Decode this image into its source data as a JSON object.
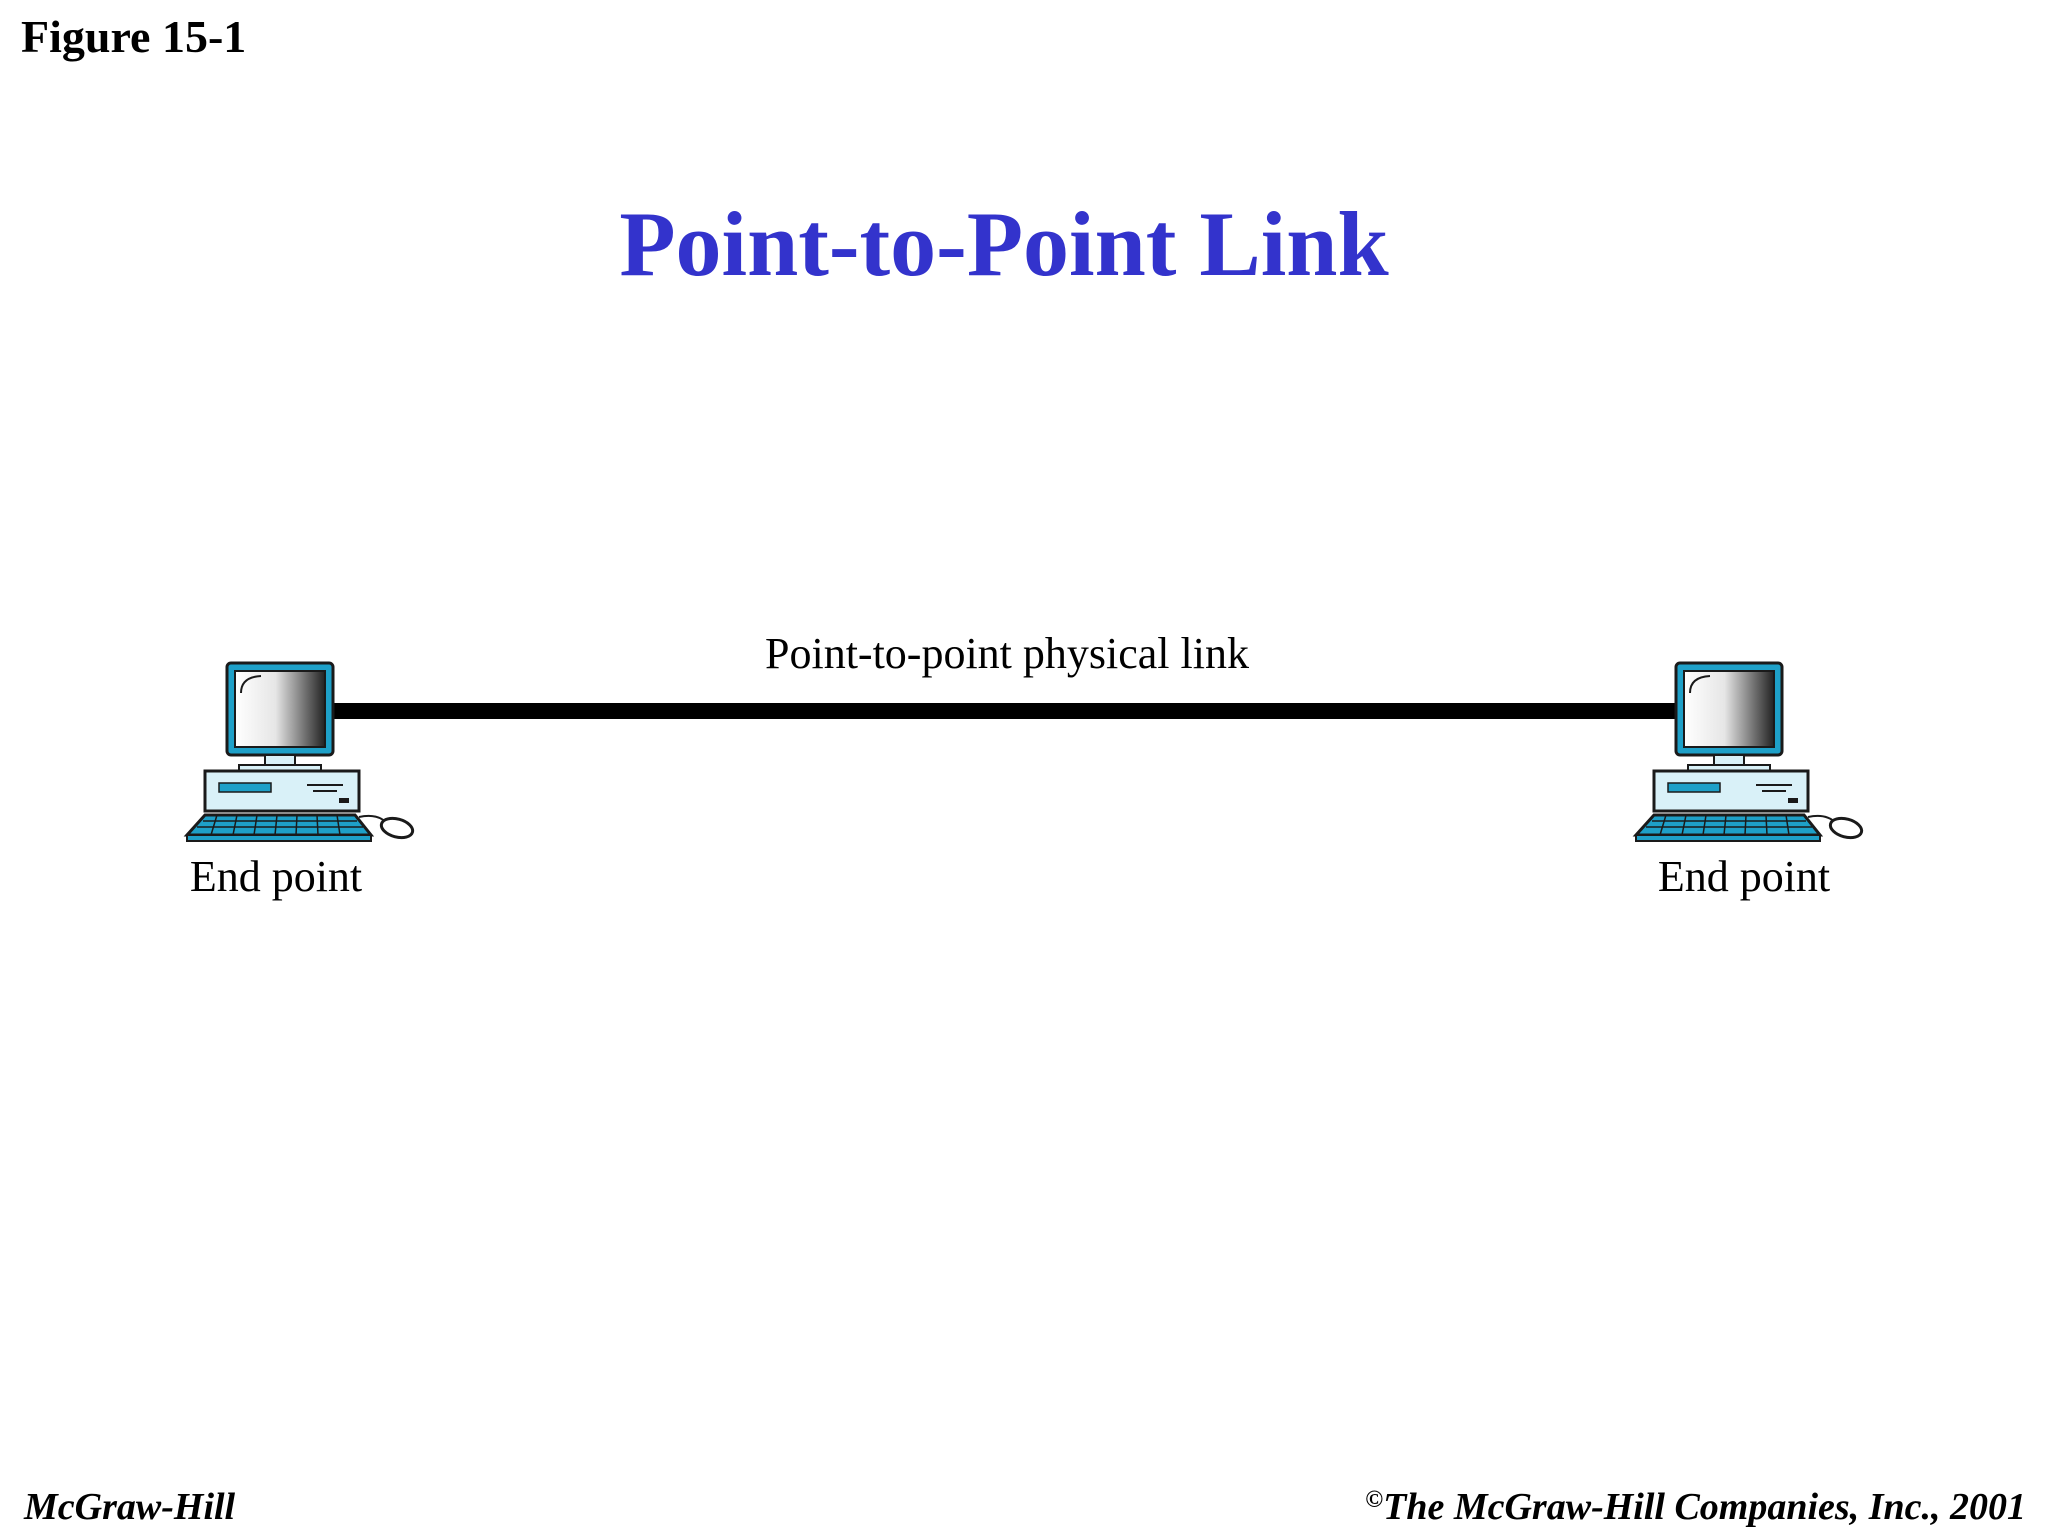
{
  "figure_label": "Figure 15-1",
  "title": "Point-to-Point Link",
  "link_label": "Point-to-point physical link",
  "endpoints": [
    {
      "label": "End point"
    },
    {
      "label": "End point"
    }
  ],
  "footer": {
    "publisher": "McGraw-Hill",
    "copyright_symbol": "©",
    "copyright": "The McGraw-Hill Companies, Inc., 2001"
  },
  "colors": {
    "title": "#3333cc",
    "link": "#000000",
    "computer_body": "#d9f1f8",
    "computer_outline": "#1a1a1a",
    "accent": "#1ea0c8"
  },
  "icons": [
    "computer-icon",
    "computer-icon"
  ]
}
